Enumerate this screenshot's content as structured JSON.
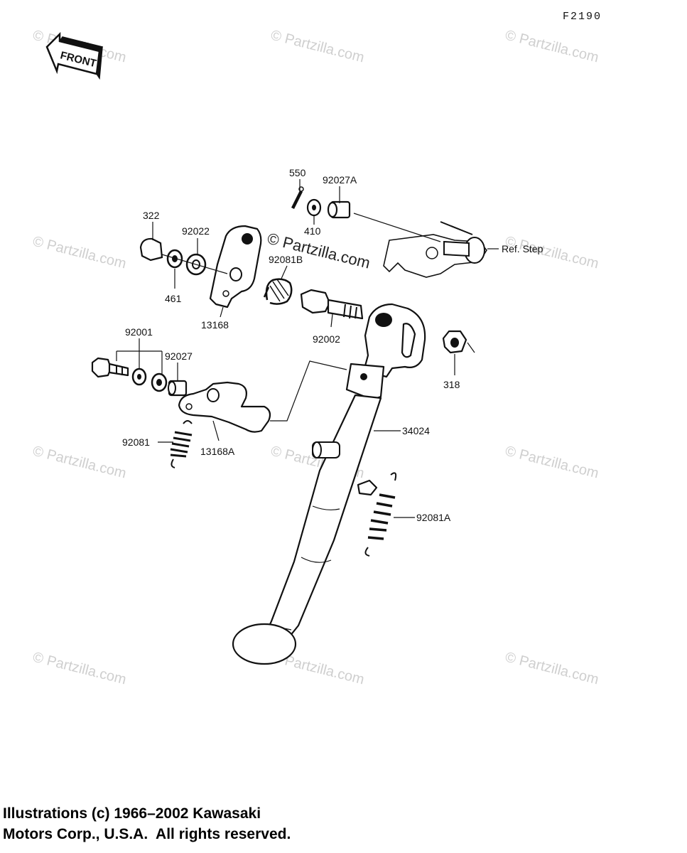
{
  "figure_code": "F2190",
  "front_arrow_text": "FRONT",
  "watermark_text": "© Partzilla.com",
  "callouts": {
    "p550": "550",
    "p92027A": "92027A",
    "p410": "410",
    "p322": "322",
    "p92022": "92022",
    "p461": "461",
    "p92081B": "92081B",
    "p13168": "13168",
    "p92002": "92002",
    "p318": "318",
    "p92001": "92001",
    "p92027": "92027",
    "p92081": "92081",
    "p13168A": "13168A",
    "p34024": "34024",
    "p92081A": "92081A",
    "ref_step": "Ref. Step"
  },
  "copyright": {
    "line1": "Illustrations (c) 1966–2002 Kawasaki",
    "line2": "Motors Corp., U.S.A.  All rights reserved."
  }
}
